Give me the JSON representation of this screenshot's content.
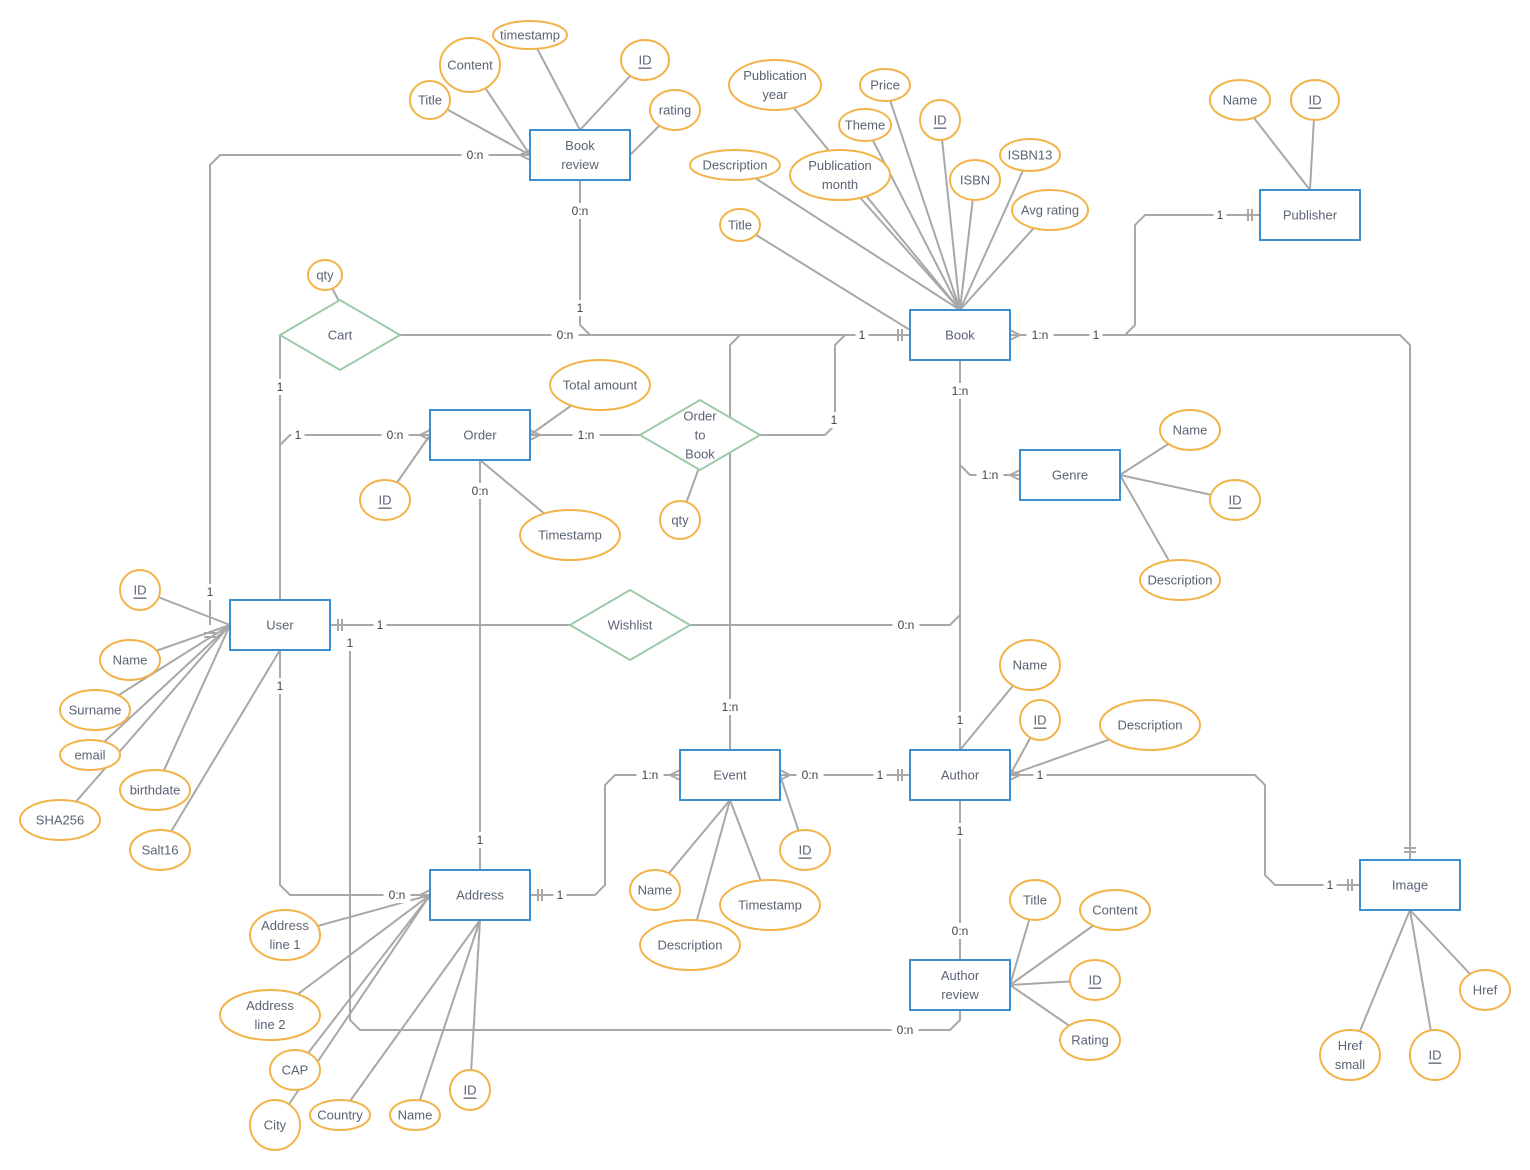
{
  "entities": [
    {
      "id": "book_review",
      "lines": [
        "Book",
        "review"
      ]
    },
    {
      "id": "book",
      "lines": [
        "Book"
      ]
    },
    {
      "id": "publisher",
      "lines": [
        "Publisher"
      ]
    },
    {
      "id": "order",
      "lines": [
        "Order"
      ]
    },
    {
      "id": "genre",
      "lines": [
        "Genre"
      ]
    },
    {
      "id": "user",
      "lines": [
        "User"
      ]
    },
    {
      "id": "event",
      "lines": [
        "Event"
      ]
    },
    {
      "id": "author",
      "lines": [
        "Author"
      ]
    },
    {
      "id": "address",
      "lines": [
        "Address"
      ]
    },
    {
      "id": "image",
      "lines": [
        "Image"
      ]
    },
    {
      "id": "author_review",
      "lines": [
        "Author",
        "review"
      ]
    }
  ],
  "relationships": [
    {
      "id": "cart",
      "lines": [
        "Cart"
      ]
    },
    {
      "id": "order_to_book",
      "lines": [
        "Order",
        "to",
        "Book"
      ]
    },
    {
      "id": "wishlist",
      "lines": [
        "Wishlist"
      ]
    }
  ],
  "attributes": [
    {
      "id": "br_timestamp",
      "lines": [
        "timestamp"
      ],
      "key": false,
      "owner": "book_review"
    },
    {
      "id": "br_content",
      "lines": [
        "Content"
      ],
      "key": false,
      "owner": "book_review"
    },
    {
      "id": "br_id",
      "lines": [
        "ID"
      ],
      "key": true,
      "owner": "book_review"
    },
    {
      "id": "br_title",
      "lines": [
        "Title"
      ],
      "key": false,
      "owner": "book_review"
    },
    {
      "id": "br_rating",
      "lines": [
        "rating"
      ],
      "key": false,
      "owner": "book_review"
    },
    {
      "id": "bk_pubyear",
      "lines": [
        "Publication",
        "year"
      ],
      "key": false,
      "owner": "book"
    },
    {
      "id": "bk_price",
      "lines": [
        "Price"
      ],
      "key": false,
      "owner": "book"
    },
    {
      "id": "bk_theme",
      "lines": [
        "Theme"
      ],
      "key": false,
      "owner": "book"
    },
    {
      "id": "bk_id",
      "lines": [
        "ID"
      ],
      "key": true,
      "owner": "book"
    },
    {
      "id": "bk_isbn13",
      "lines": [
        "ISBN13"
      ],
      "key": false,
      "owner": "book"
    },
    {
      "id": "bk_description",
      "lines": [
        "Description"
      ],
      "key": false,
      "owner": "book"
    },
    {
      "id": "bk_pubmonth",
      "lines": [
        "Publication",
        "month"
      ],
      "key": false,
      "owner": "book"
    },
    {
      "id": "bk_isbn",
      "lines": [
        "ISBN"
      ],
      "key": false,
      "owner": "book"
    },
    {
      "id": "bk_avgrating",
      "lines": [
        "Avg rating"
      ],
      "key": false,
      "owner": "book"
    },
    {
      "id": "bk_title",
      "lines": [
        "Title"
      ],
      "key": false,
      "owner": "book"
    },
    {
      "id": "pb_name",
      "lines": [
        "Name"
      ],
      "key": false,
      "owner": "publisher"
    },
    {
      "id": "pb_id",
      "lines": [
        "ID"
      ],
      "key": true,
      "owner": "publisher"
    },
    {
      "id": "cart_qty",
      "lines": [
        "qty"
      ],
      "key": false,
      "owner": "cart"
    },
    {
      "id": "or_total",
      "lines": [
        "Total amount"
      ],
      "key": false,
      "owner": "order"
    },
    {
      "id": "or_id",
      "lines": [
        "ID"
      ],
      "key": true,
      "owner": "order"
    },
    {
      "id": "or_timestamp",
      "lines": [
        "Timestamp"
      ],
      "key": false,
      "owner": "order"
    },
    {
      "id": "otb_qty",
      "lines": [
        "qty"
      ],
      "key": false,
      "owner": "order_to_book"
    },
    {
      "id": "gn_name",
      "lines": [
        "Name"
      ],
      "key": false,
      "owner": "genre"
    },
    {
      "id": "gn_id",
      "lines": [
        "ID"
      ],
      "key": true,
      "owner": "genre"
    },
    {
      "id": "gn_description",
      "lines": [
        "Description"
      ],
      "key": false,
      "owner": "genre"
    },
    {
      "id": "us_id",
      "lines": [
        "ID"
      ],
      "key": true,
      "owner": "user"
    },
    {
      "id": "us_name",
      "lines": [
        "Name"
      ],
      "key": false,
      "owner": "user"
    },
    {
      "id": "us_surname",
      "lines": [
        "Surname"
      ],
      "key": false,
      "owner": "user"
    },
    {
      "id": "us_email",
      "lines": [
        "email"
      ],
      "key": false,
      "owner": "user"
    },
    {
      "id": "us_birthdate",
      "lines": [
        "birthdate"
      ],
      "key": false,
      "owner": "user"
    },
    {
      "id": "us_sha256",
      "lines": [
        "SHA256"
      ],
      "key": false,
      "owner": "user"
    },
    {
      "id": "us_salt16",
      "lines": [
        "Salt16"
      ],
      "key": false,
      "owner": "user"
    },
    {
      "id": "au_name",
      "lines": [
        "Name"
      ],
      "key": false,
      "owner": "author"
    },
    {
      "id": "au_id",
      "lines": [
        "ID"
      ],
      "key": true,
      "owner": "author"
    },
    {
      "id": "au_description",
      "lines": [
        "Description"
      ],
      "key": false,
      "owner": "author"
    },
    {
      "id": "ev_id",
      "lines": [
        "ID"
      ],
      "key": true,
      "owner": "event"
    },
    {
      "id": "ev_name",
      "lines": [
        "Name"
      ],
      "key": false,
      "owner": "event"
    },
    {
      "id": "ev_timestamp",
      "lines": [
        "Timestamp"
      ],
      "key": false,
      "owner": "event"
    },
    {
      "id": "ev_description",
      "lines": [
        "Description"
      ],
      "key": false,
      "owner": "event"
    },
    {
      "id": "ad_line1",
      "lines": [
        "Address",
        "line 1"
      ],
      "key": false,
      "owner": "address"
    },
    {
      "id": "ad_line2",
      "lines": [
        "Address",
        "line 2"
      ],
      "key": false,
      "owner": "address"
    },
    {
      "id": "ad_cap",
      "lines": [
        "CAP"
      ],
      "key": false,
      "owner": "address"
    },
    {
      "id": "ad_city",
      "lines": [
        "City"
      ],
      "key": false,
      "owner": "address"
    },
    {
      "id": "ad_country",
      "lines": [
        "Country"
      ],
      "key": false,
      "owner": "address"
    },
    {
      "id": "ad_name",
      "lines": [
        "Name"
      ],
      "key": false,
      "owner": "address"
    },
    {
      "id": "ad_id",
      "lines": [
        "ID"
      ],
      "key": true,
      "owner": "address"
    },
    {
      "id": "ar_title",
      "lines": [
        "Title"
      ],
      "key": false,
      "owner": "author_review"
    },
    {
      "id": "ar_content",
      "lines": [
        "Content"
      ],
      "key": false,
      "owner": "author_review"
    },
    {
      "id": "ar_id",
      "lines": [
        "ID"
      ],
      "key": true,
      "owner": "author_review"
    },
    {
      "id": "ar_rating",
      "lines": [
        "Rating"
      ],
      "key": false,
      "owner": "author_review"
    },
    {
      "id": "im_href",
      "lines": [
        "Href"
      ],
      "key": false,
      "owner": "image"
    },
    {
      "id": "im_hrefsmall",
      "lines": [
        "Href",
        "small"
      ],
      "key": false,
      "owner": "image"
    },
    {
      "id": "im_id",
      "lines": [
        "ID"
      ],
      "key": true,
      "owner": "image"
    }
  ],
  "connections": [
    {
      "id": "user_bookreview",
      "from": "user",
      "to": "book_review",
      "labels": [
        "1",
        "0:n"
      ]
    },
    {
      "id": "bookreview_book",
      "from": "book_review",
      "to": "book",
      "labels": [
        "0:n",
        "1"
      ]
    },
    {
      "id": "user_cart",
      "from": "user",
      "to": "cart",
      "labels": [
        "1"
      ]
    },
    {
      "id": "cart_book",
      "from": "cart",
      "to": "book",
      "labels": [
        "0:n"
      ]
    },
    {
      "id": "book_publisher",
      "from": "book",
      "to": "publisher",
      "labels": [
        "1:n",
        "1"
      ]
    },
    {
      "id": "user_order",
      "from": "user",
      "to": "order",
      "labels": [
        "1",
        "0:n"
      ]
    },
    {
      "id": "order_otb",
      "from": "order",
      "to": "order_to_book",
      "labels": [
        "1:n"
      ]
    },
    {
      "id": "otb_book",
      "from": "order_to_book",
      "to": "book",
      "labels": [
        "1",
        "1"
      ]
    },
    {
      "id": "book_genre",
      "from": "book",
      "to": "genre",
      "labels": [
        "1:n",
        "1:n"
      ]
    },
    {
      "id": "order_address",
      "from": "order",
      "to": "address",
      "labels": [
        "0:n",
        "1"
      ]
    },
    {
      "id": "user_wishlist",
      "from": "user",
      "to": "wishlist",
      "labels": [
        "1"
      ]
    },
    {
      "id": "wishlist_book",
      "from": "wishlist",
      "to": "book",
      "labels": [
        "0:n"
      ]
    },
    {
      "id": "book_author",
      "from": "book",
      "to": "author",
      "labels": [
        "1"
      ]
    },
    {
      "id": "book_event",
      "from": "book",
      "to": "event",
      "labels": [
        "1:n"
      ]
    },
    {
      "id": "event_author",
      "from": "event",
      "to": "author",
      "labels": [
        "0:n",
        "1"
      ]
    },
    {
      "id": "address_event",
      "from": "address",
      "to": "event",
      "labels": [
        "1",
        "1:n"
      ]
    },
    {
      "id": "user_address",
      "from": "user",
      "to": "address",
      "labels": [
        "1",
        "0:n"
      ]
    },
    {
      "id": "author_review_link",
      "from": "author",
      "to": "author_review",
      "labels": [
        "1",
        "0:n"
      ]
    },
    {
      "id": "user_authorreview",
      "from": "user",
      "to": "author_review",
      "labels": [
        "1",
        "0:n"
      ]
    },
    {
      "id": "author_image",
      "from": "author",
      "to": "image",
      "labels": [
        "1",
        "1"
      ]
    },
    {
      "id": "book_image",
      "from": "book",
      "to": "image",
      "labels": [
        "1"
      ]
    }
  ],
  "colors": {
    "entity_border": "#3a8fd0",
    "relationship_border": "#9fcaa8",
    "attribute_border": "#f2b44a",
    "edge": "#a8a8a8",
    "text": "#5a6473"
  }
}
